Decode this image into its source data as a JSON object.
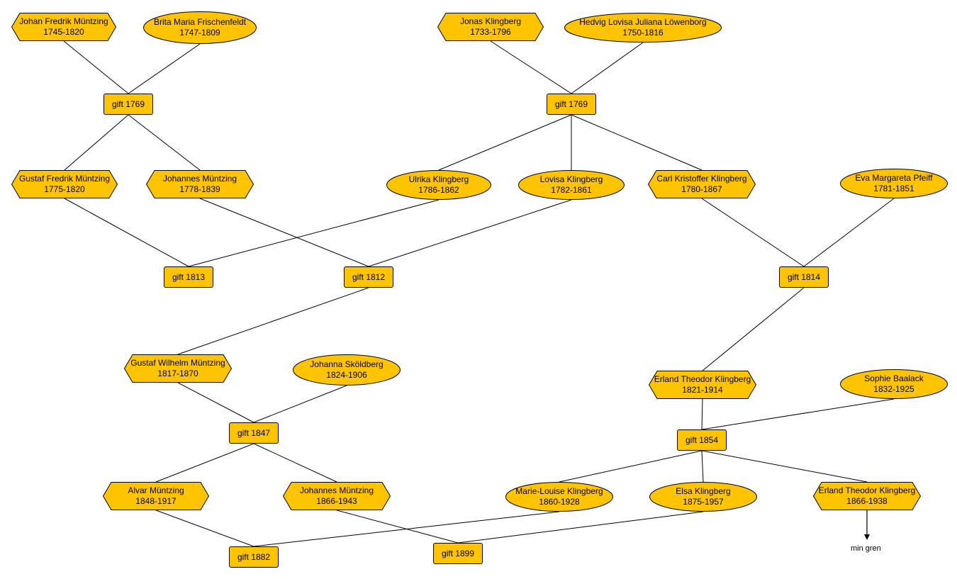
{
  "colors": {
    "fill": "#FFC400",
    "stroke": "#000000",
    "background": "#FFFFFF"
  },
  "people": {
    "johan_fredrik": {
      "name": "Johan Fredrik Müntzing",
      "years": "1745-1820",
      "shape": "hexagon"
    },
    "brita_maria": {
      "name": "Brita Maria Frischenfeldt",
      "years": "1747-1809",
      "shape": "ellipse"
    },
    "jonas": {
      "name": "Jonas Klingberg",
      "years": "1733-1796",
      "shape": "hexagon"
    },
    "hedvig": {
      "name": "Hedvig Lovisa Juliana Löwenborg",
      "years": "1750-1816",
      "shape": "ellipse"
    },
    "gustaf_fredrik": {
      "name": "Gustaf Fredrik Müntzing",
      "years": "1775-1820",
      "shape": "hexagon"
    },
    "johannes_1778": {
      "name": "Johannes Müntzing",
      "years": "1778-1839",
      "shape": "hexagon"
    },
    "ulrika": {
      "name": "Ulrika Klingberg",
      "years": "1786-1862",
      "shape": "ellipse"
    },
    "lovisa": {
      "name": "Lovisa Klingberg",
      "years": "1782-1861",
      "shape": "ellipse"
    },
    "carl_kristoffer": {
      "name": "Carl Kristoffer Klingberg",
      "years": "1780-1867",
      "shape": "hexagon"
    },
    "eva_margareta": {
      "name": "Eva Margareta Pfeiff",
      "years": "1781-1851",
      "shape": "ellipse"
    },
    "gustaf_wilhelm": {
      "name": "Gustaf Wilhelm Müntzing",
      "years": "1817-1870",
      "shape": "hexagon"
    },
    "johanna": {
      "name": "Johanna Sköldberg",
      "years": "1824-1906",
      "shape": "ellipse"
    },
    "erland_1821": {
      "name": "Erland Theodor Klingberg",
      "years": "1821-1914",
      "shape": "hexagon"
    },
    "sophie": {
      "name": "Sophie Baalack",
      "years": "1832-1925",
      "shape": "ellipse"
    },
    "alvar": {
      "name": "Alvar Müntzing",
      "years": "1848-1917",
      "shape": "hexagon"
    },
    "johannes_1866": {
      "name": "Johannes Müntzing",
      "years": "1866-1943",
      "shape": "hexagon"
    },
    "marie_louise": {
      "name": "Marie-Louise Klingberg",
      "years": "1860-1928",
      "shape": "ellipse"
    },
    "elsa": {
      "name": "Elsa Klingberg",
      "years": "1875-1957",
      "shape": "ellipse"
    },
    "erland_1866": {
      "name": "Erland Theodor Klingberg",
      "years": "1866-1938",
      "shape": "hexagon"
    }
  },
  "marriages": {
    "m1769a": {
      "label": "gift 1769"
    },
    "m1769b": {
      "label": "gift 1769"
    },
    "m1813": {
      "label": "gift 1813"
    },
    "m1812": {
      "label": "gift 1812"
    },
    "m1814": {
      "label": "gift 1814"
    },
    "m1847": {
      "label": "gift 1847"
    },
    "m1854": {
      "label": "gift 1854"
    },
    "m1882": {
      "label": "gift 1882"
    },
    "m1899": {
      "label": "gift 1899"
    }
  },
  "connections": [
    [
      "johan_fredrik",
      "m1769a"
    ],
    [
      "brita_maria",
      "m1769a"
    ],
    [
      "m1769a",
      "gustaf_fredrik"
    ],
    [
      "m1769a",
      "johannes_1778"
    ],
    [
      "jonas",
      "m1769b"
    ],
    [
      "hedvig",
      "m1769b"
    ],
    [
      "m1769b",
      "ulrika"
    ],
    [
      "m1769b",
      "lovisa"
    ],
    [
      "m1769b",
      "carl_kristoffer"
    ],
    [
      "gustaf_fredrik",
      "m1813"
    ],
    [
      "ulrika",
      "m1813"
    ],
    [
      "johannes_1778",
      "m1812"
    ],
    [
      "lovisa",
      "m1812"
    ],
    [
      "carl_kristoffer",
      "m1814"
    ],
    [
      "eva_margareta",
      "m1814"
    ],
    [
      "m1812",
      "gustaf_wilhelm"
    ],
    [
      "m1814",
      "erland_1821"
    ],
    [
      "gustaf_wilhelm",
      "m1847"
    ],
    [
      "johanna",
      "m1847"
    ],
    [
      "m1847",
      "alvar"
    ],
    [
      "m1847",
      "johannes_1866"
    ],
    [
      "erland_1821",
      "m1854"
    ],
    [
      "sophie",
      "m1854"
    ],
    [
      "m1854",
      "marie_louise"
    ],
    [
      "m1854",
      "elsa"
    ],
    [
      "m1854",
      "erland_1866"
    ],
    [
      "alvar",
      "m1882"
    ],
    [
      "marie_louise",
      "m1882"
    ],
    [
      "johannes_1866",
      "m1899"
    ],
    [
      "elsa",
      "m1899"
    ]
  ],
  "branch_note": {
    "from": "erland_1866",
    "label": "min gren"
  }
}
